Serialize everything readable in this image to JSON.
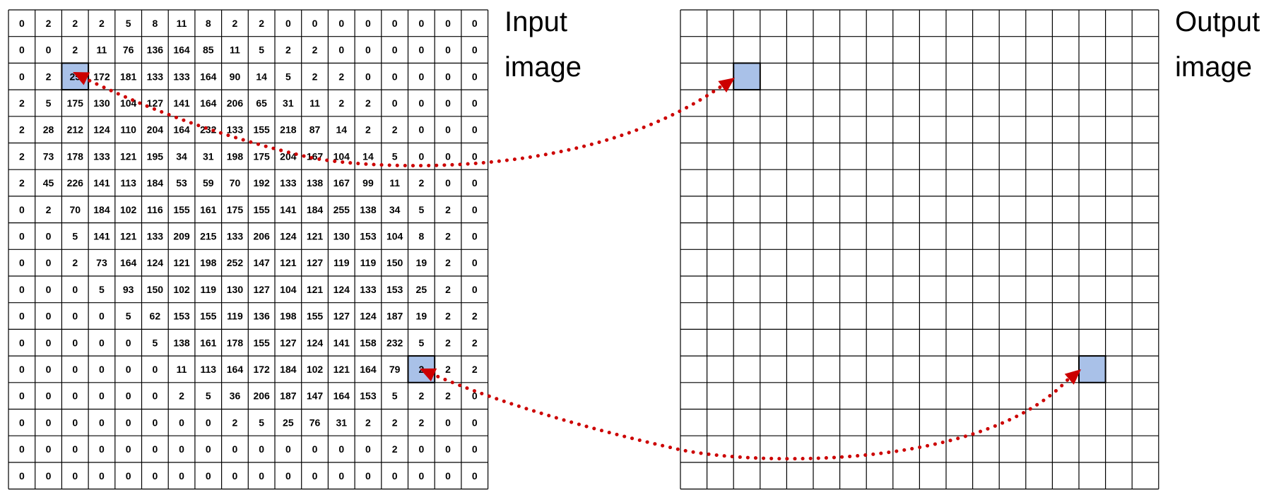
{
  "labels": {
    "input_line1": "Input",
    "input_line2": "image",
    "output_line1": "Output",
    "output_line2": "image"
  },
  "colors": {
    "highlight": "#a9c1e8",
    "arrow": "#cc0000",
    "grid": "#000000"
  },
  "input_grid": {
    "values": [
      [
        0,
        2,
        2,
        2,
        5,
        8,
        11,
        8,
        2,
        2,
        0,
        0,
        0,
        0,
        0,
        0,
        0,
        0
      ],
      [
        0,
        0,
        2,
        11,
        76,
        136,
        164,
        85,
        11,
        5,
        2,
        2,
        0,
        0,
        0,
        0,
        0,
        0
      ],
      [
        0,
        2,
        25,
        172,
        181,
        133,
        133,
        164,
        90,
        14,
        5,
        2,
        2,
        0,
        0,
        0,
        0,
        0
      ],
      [
        2,
        5,
        175,
        130,
        104,
        127,
        141,
        164,
        206,
        65,
        31,
        11,
        2,
        2,
        0,
        0,
        0,
        0
      ],
      [
        2,
        28,
        212,
        124,
        110,
        204,
        164,
        232,
        133,
        155,
        218,
        87,
        14,
        2,
        2,
        0,
        0,
        0
      ],
      [
        2,
        73,
        178,
        133,
        121,
        195,
        34,
        31,
        198,
        175,
        204,
        167,
        104,
        14,
        5,
        0,
        0,
        0
      ],
      [
        2,
        45,
        226,
        141,
        113,
        184,
        53,
        59,
        70,
        192,
        133,
        138,
        167,
        99,
        11,
        2,
        0,
        0
      ],
      [
        0,
        2,
        70,
        184,
        102,
        116,
        155,
        161,
        175,
        155,
        141,
        184,
        255,
        138,
        34,
        5,
        2,
        0
      ],
      [
        0,
        0,
        5,
        141,
        121,
        133,
        209,
        215,
        133,
        206,
        124,
        121,
        130,
        153,
        104,
        8,
        2,
        0
      ],
      [
        0,
        0,
        2,
        73,
        164,
        124,
        121,
        198,
        252,
        147,
        121,
        127,
        119,
        119,
        150,
        19,
        2,
        0
      ],
      [
        0,
        0,
        0,
        5,
        93,
        150,
        102,
        119,
        130,
        127,
        104,
        121,
        124,
        133,
        153,
        25,
        2,
        0
      ],
      [
        0,
        0,
        0,
        0,
        5,
        62,
        153,
        155,
        119,
        136,
        198,
        155,
        127,
        124,
        187,
        19,
        2,
        2
      ],
      [
        0,
        0,
        0,
        0,
        0,
        5,
        138,
        161,
        178,
        155,
        127,
        124,
        141,
        158,
        232,
        5,
        2,
        2
      ],
      [
        0,
        0,
        0,
        0,
        0,
        0,
        11,
        113,
        164,
        172,
        184,
        102,
        121,
        164,
        79,
        2,
        2,
        2
      ],
      [
        0,
        0,
        0,
        0,
        0,
        0,
        2,
        5,
        36,
        206,
        187,
        147,
        164,
        153,
        5,
        2,
        2,
        0
      ],
      [
        0,
        0,
        0,
        0,
        0,
        0,
        0,
        0,
        2,
        5,
        25,
        76,
        31,
        2,
        2,
        2,
        0,
        0
      ],
      [
        0,
        0,
        0,
        0,
        0,
        0,
        0,
        0,
        0,
        0,
        0,
        0,
        0,
        0,
        2,
        0,
        0,
        0
      ],
      [
        0,
        0,
        0,
        0,
        0,
        0,
        0,
        0,
        0,
        0,
        0,
        0,
        0,
        0,
        0,
        0,
        0,
        0
      ]
    ],
    "highlighted": [
      [
        2,
        2
      ],
      [
        13,
        15
      ]
    ]
  },
  "output_grid": {
    "rows": 18,
    "cols": 18,
    "highlighted": [
      [
        2,
        2
      ],
      [
        13,
        15
      ]
    ]
  }
}
